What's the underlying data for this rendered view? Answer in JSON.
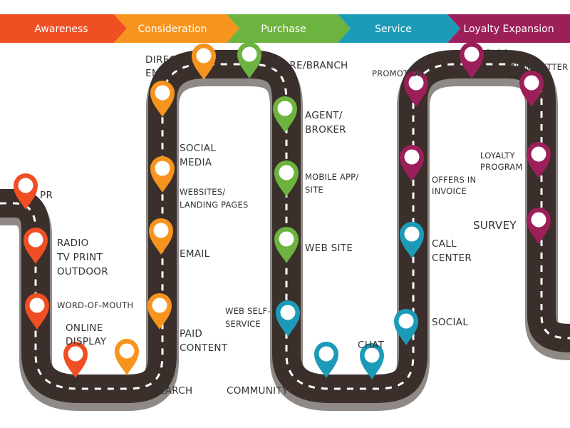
{
  "colors": {
    "road": "#3a2f2b",
    "road_shadow": "#8f8a86",
    "dash": "#ffffff",
    "awareness": "#f04e23",
    "consideration": "#f7941d",
    "purchase": "#6cb33f",
    "service": "#1c9bb9",
    "loyalty": "#9c1f5a"
  },
  "phases": [
    {
      "label": "Awareness",
      "color": "#f04e23"
    },
    {
      "label": "Consideration",
      "color": "#f7941d"
    },
    {
      "label": "Purchase",
      "color": "#6cb33f"
    },
    {
      "label": "Service",
      "color": "#1c9bb9"
    },
    {
      "label": "Loyalty Expansion",
      "color": "#9c1f5a"
    }
  ],
  "touchpoints": {
    "pr": {
      "lines": [
        "PR"
      ],
      "phase": "awareness"
    },
    "radio_tv": {
      "lines": [
        "RADIO",
        "TV PRINT",
        "OUTDOOR"
      ],
      "phase": "awareness"
    },
    "word_of_mouth": {
      "lines": [
        "WORD-OF-MOUTH"
      ],
      "phase": "awareness"
    },
    "online_display": {
      "lines": [
        "ONLINE",
        "DISPLAY"
      ],
      "phase": "awareness"
    },
    "search": {
      "lines": [
        "SEARCH"
      ],
      "phase": "consideration"
    },
    "paid_content": {
      "lines": [
        "PAID",
        "CONTENT"
      ],
      "phase": "consideration"
    },
    "email": {
      "lines": [
        "EMAIL"
      ],
      "phase": "consideration"
    },
    "websites": {
      "lines": [
        "WEBSITES/",
        "LANDING PAGES"
      ],
      "phase": "consideration"
    },
    "social_media": {
      "lines": [
        "SOCIAL",
        "MEDIA"
      ],
      "phase": "consideration"
    },
    "direct_email": {
      "lines": [
        "DIRECT",
        "EMAIL"
      ],
      "phase": "consideration"
    },
    "store_branch": {
      "lines": [
        "STORE/BRANCH"
      ],
      "phase": "purchase"
    },
    "agent_broker": {
      "lines": [
        "AGENT/",
        "BROKER"
      ],
      "phase": "purchase"
    },
    "mobile_app": {
      "lines": [
        "MOBILE APP/",
        "SITE"
      ],
      "phase": "purchase"
    },
    "web_site": {
      "lines": [
        "WEB SITE"
      ],
      "phase": "purchase"
    },
    "web_self_service": {
      "lines": [
        "WEB SELF-",
        "SERVICE"
      ],
      "phase": "service"
    },
    "community": {
      "lines": [
        "COMMUNITY"
      ],
      "phase": "service"
    },
    "chat": {
      "lines": [
        "CHAT"
      ],
      "phase": "service"
    },
    "social": {
      "lines": [
        "SOCIAL"
      ],
      "phase": "service"
    },
    "call_center": {
      "lines": [
        "CALL",
        "CENTER"
      ],
      "phase": "service"
    },
    "offers_in_invoice": {
      "lines": [
        "OFFERS IN",
        "INVOICE"
      ],
      "phase": "loyalty"
    },
    "promotion": {
      "lines": [
        "PROMOTION"
      ],
      "phase": "loyalty"
    },
    "blog": {
      "lines": [
        "BLOG"
      ],
      "phase": "loyalty"
    },
    "newsletter": {
      "lines": [
        "NEWSLETTER"
      ],
      "phase": "loyalty"
    },
    "loyalty_program": {
      "lines": [
        "LOYALTY",
        "PROGRAM"
      ],
      "phase": "loyalty"
    },
    "survey": {
      "lines": [
        "SURVEY"
      ],
      "phase": "loyalty"
    }
  }
}
